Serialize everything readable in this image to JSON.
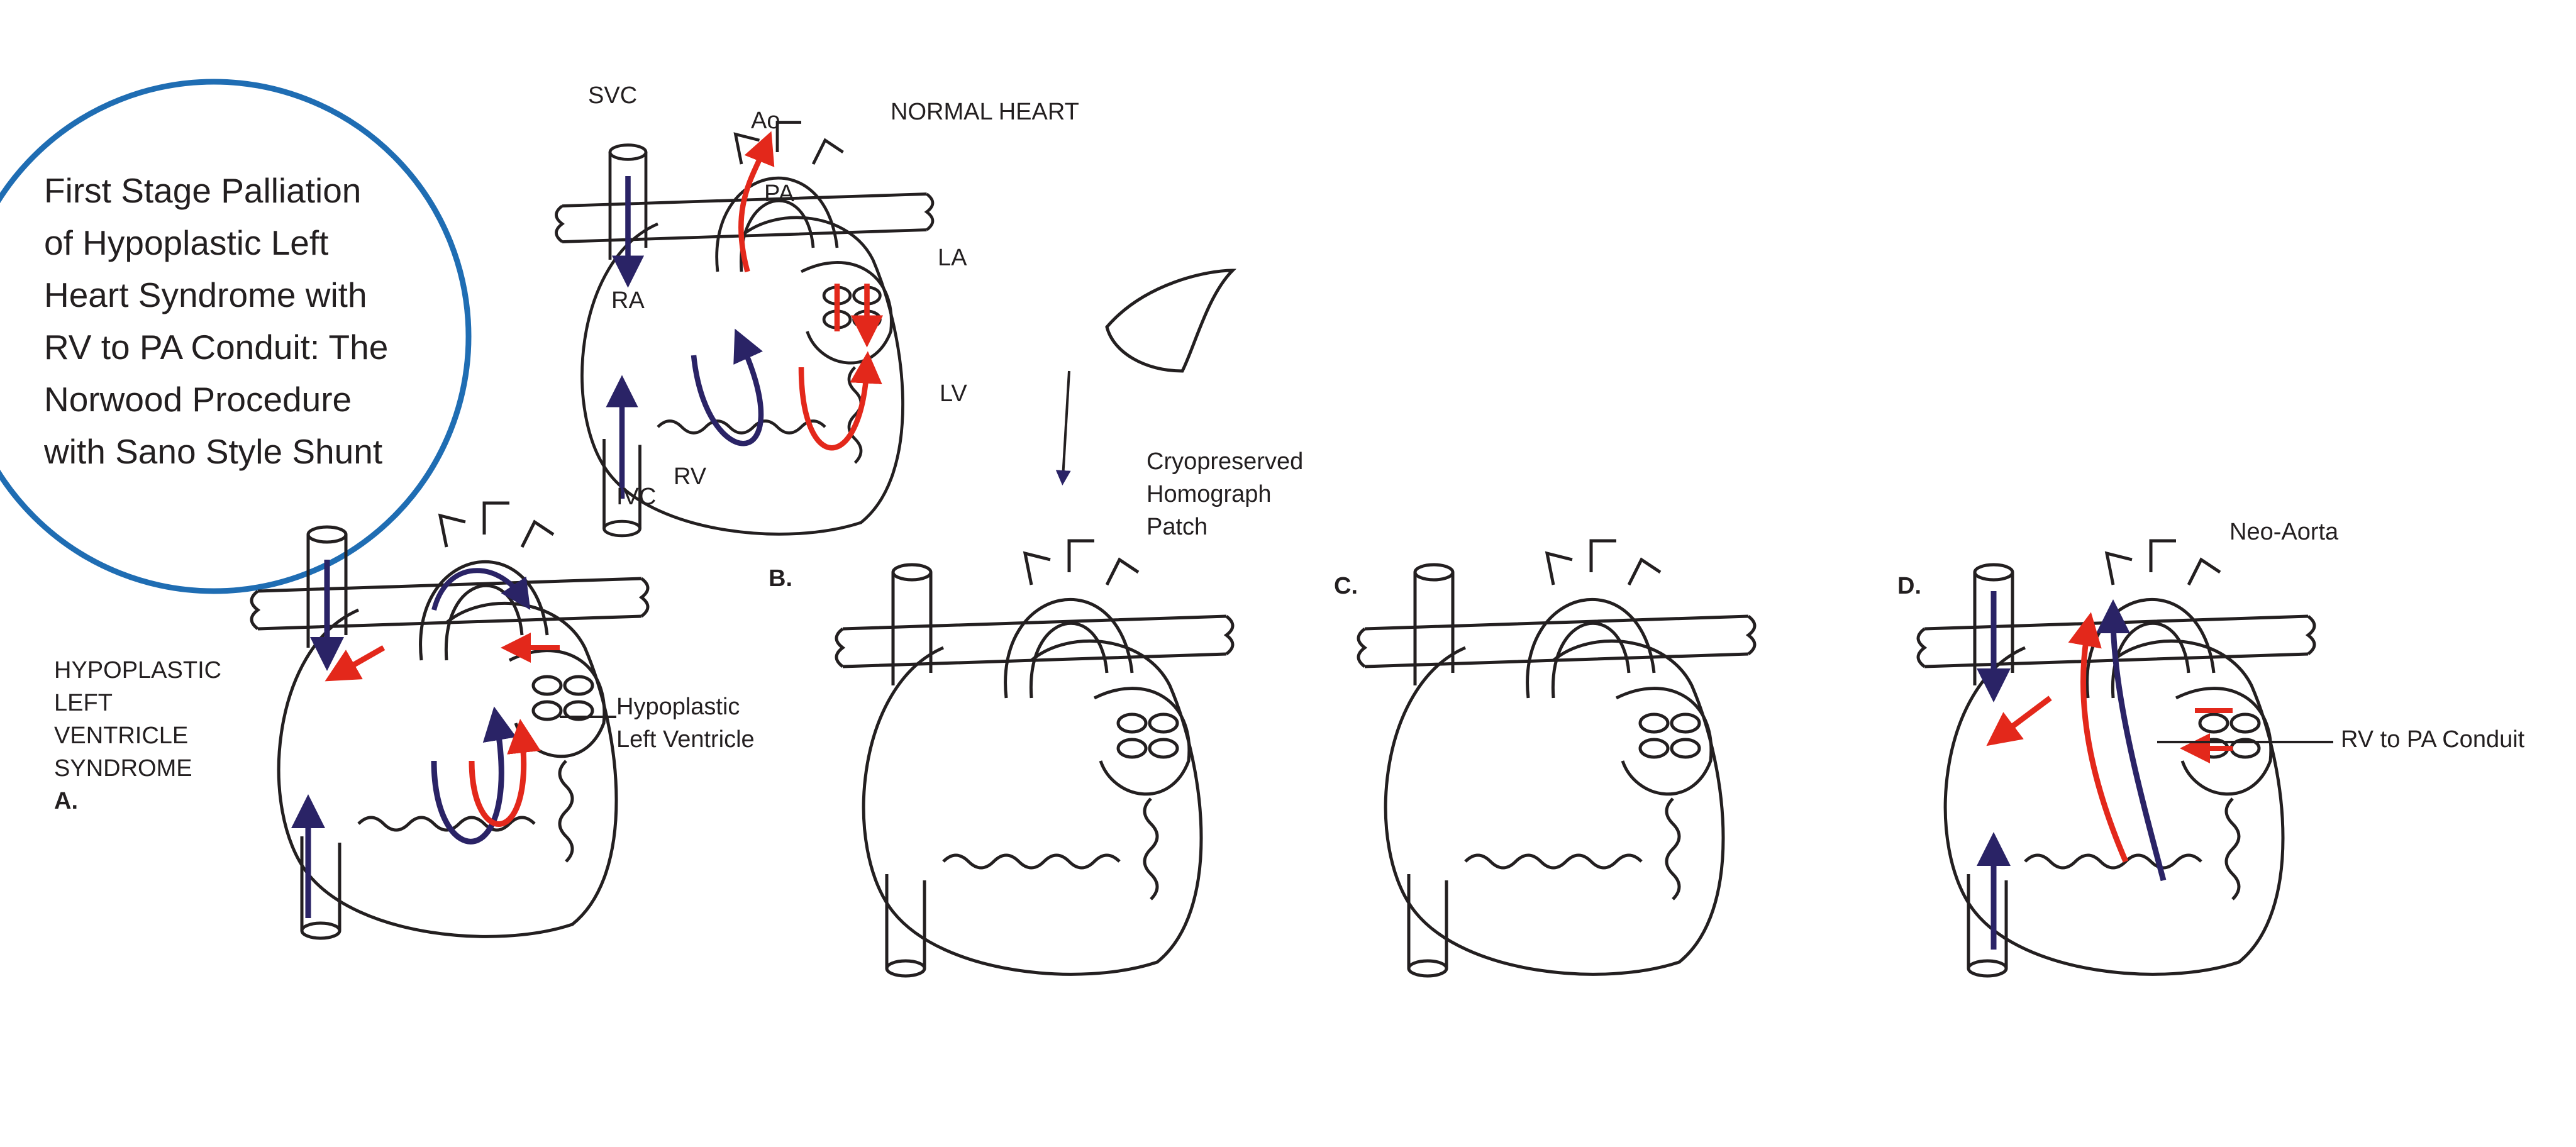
{
  "title_lines": [
    "First Stage Palliation",
    "of Hypoplastic Left",
    "Heart Syndrome with",
    "RV to PA Conduit: The",
    "Norwood Procedure",
    "with Sano Style Shunt"
  ],
  "normal_heart": {
    "heading": "NORMAL HEART",
    "labels": {
      "svc": "SVC",
      "ao": "Ao",
      "pa": "PA",
      "la": "LA",
      "ra": "RA",
      "lv": "LV",
      "ivc": "IVC",
      "rv": "RV"
    }
  },
  "panel_a": {
    "letter": "A.",
    "condition_lines": [
      "HYPOPLASTIC",
      "LEFT",
      "VENTRICLE",
      "SYNDROME"
    ],
    "callout_lines": [
      "Hypoplastic",
      "Left Ventricle"
    ]
  },
  "panel_b": {
    "letter": "B.",
    "callout_lines": [
      "Cryopreserved",
      "Homograph",
      "Patch"
    ]
  },
  "panel_c": {
    "letter": "C."
  },
  "panel_d": {
    "letter": "D.",
    "neo_aorta": "Neo-Aorta",
    "conduit": "RV to PA Conduit"
  },
  "colors": {
    "circle": "#1f6db3",
    "oxygenated": "#e3281b",
    "deoxygenated": "#2a2366",
    "outline": "#231f20"
  }
}
